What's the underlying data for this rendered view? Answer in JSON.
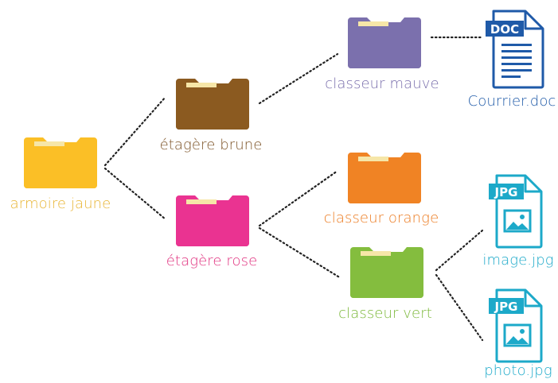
{
  "colors": {
    "jaune": "#fbbf26",
    "brune": "#8b5a20",
    "mauve": "#7b70ad",
    "rose": "#ea3391",
    "orange": "#f08324",
    "vert": "#84bd3e",
    "doc_blue": "#1f5aa8",
    "jpg_teal": "#1ca9c9",
    "paper": "#f6e6a8"
  },
  "nodes": {
    "armoire_jaune": {
      "label": "armoire jaune",
      "icon": "folder-icon"
    },
    "etagere_brune": {
      "label": "étagère brune",
      "icon": "folder-icon"
    },
    "etagere_rose": {
      "label": "étagère rose",
      "icon": "folder-icon"
    },
    "classeur_mauve": {
      "label": "classeur mauve",
      "icon": "folder-icon"
    },
    "classeur_orange": {
      "label": "classeur orange",
      "icon": "folder-icon"
    },
    "classeur_vert": {
      "label": "classeur vert",
      "icon": "folder-icon"
    }
  },
  "files": {
    "courrier": {
      "label": "Courrier.doc",
      "badge": "DOC",
      "icon": "doc-file-icon"
    },
    "image": {
      "label": "image.jpg",
      "badge": "JPG",
      "icon": "jpg-file-icon"
    },
    "photo": {
      "label": "photo.jpg",
      "badge": "JPG",
      "icon": "jpg-file-icon"
    }
  }
}
